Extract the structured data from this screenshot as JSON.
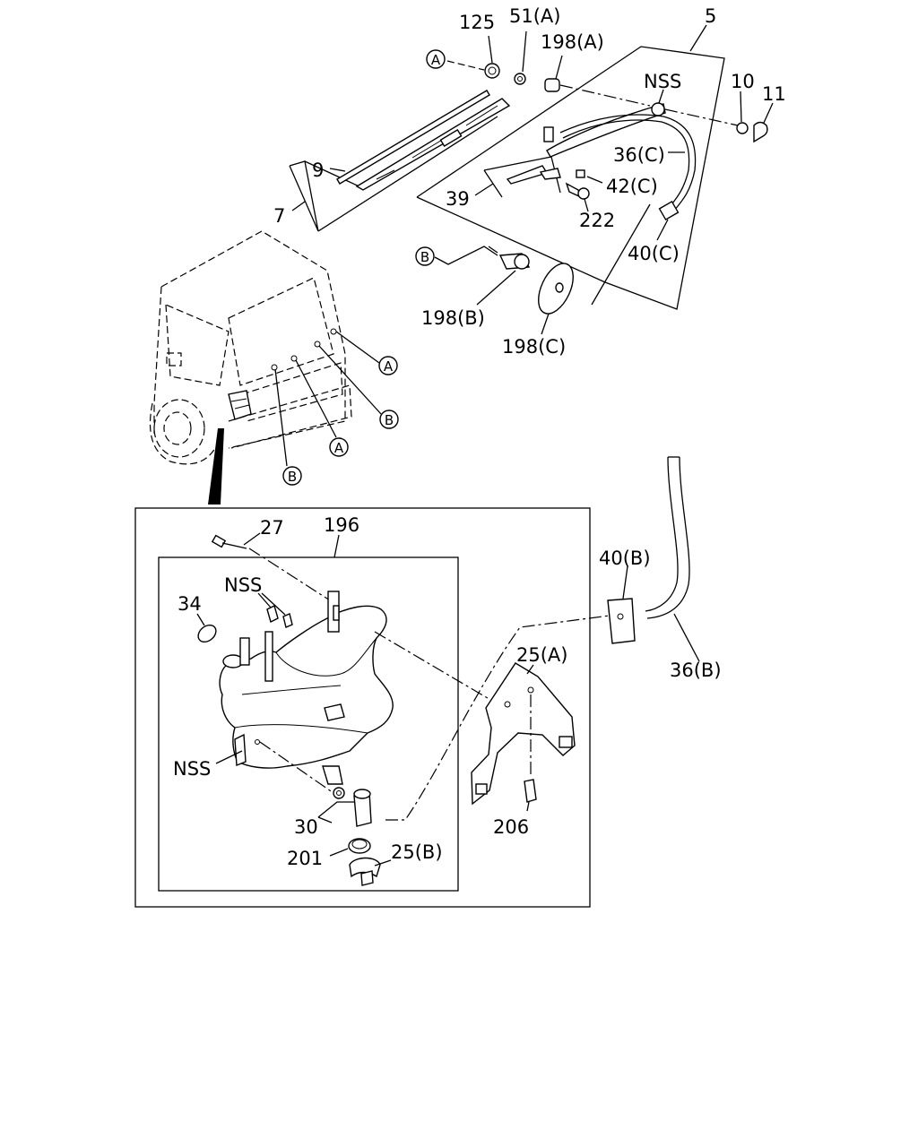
{
  "labels": {
    "p125": "125",
    "p51a": "51(A)",
    "p198a": "198(A)",
    "p5": "5",
    "nss_top": "NSS",
    "p10": "10",
    "p11": "11",
    "p36c": "36(C)",
    "p9": "9",
    "p7": "7",
    "p39": "39",
    "p42c": "42(C)",
    "p222": "222",
    "p40c": "40(C)",
    "p198b": "198(B)",
    "p198c": "198(C)",
    "p27": "27",
    "p196": "196",
    "nss_mid": "NSS",
    "p34": "34",
    "p40b": "40(B)",
    "p25a": "25(A)",
    "p36b": "36(B)",
    "nss_bottom": "NSS",
    "p30": "30",
    "p206": "206",
    "p201": "201",
    "p25b": "25(B)"
  },
  "ref_markers": {
    "a": "A",
    "b": "B"
  }
}
